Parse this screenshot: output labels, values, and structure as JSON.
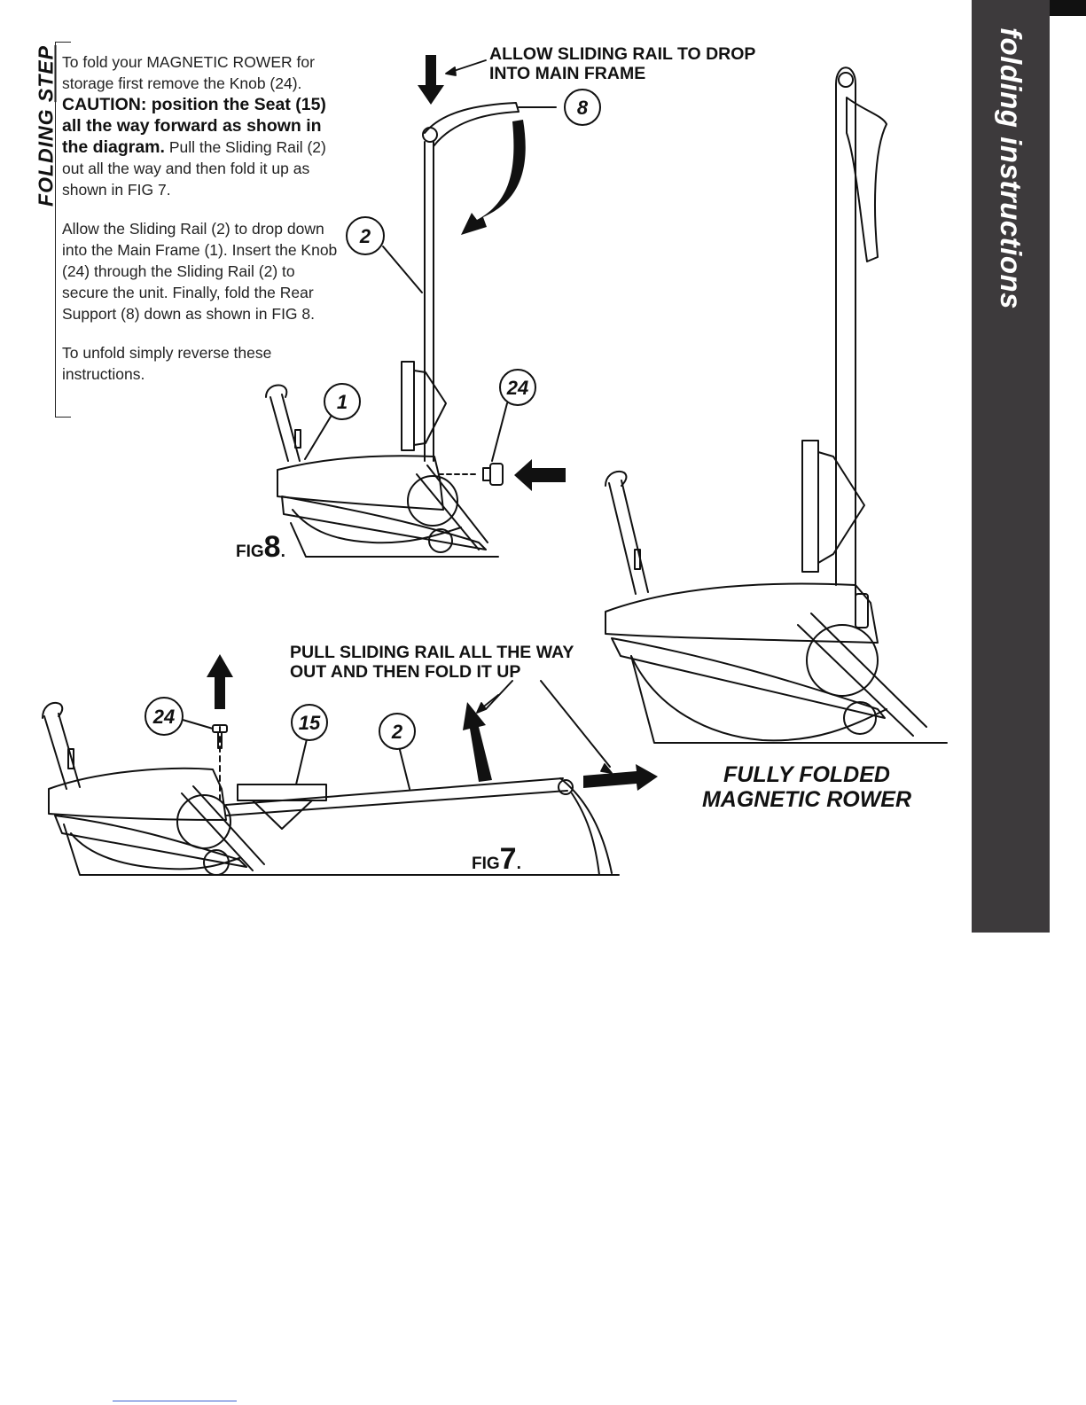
{
  "step_label": {
    "word1": "FOLDING",
    "word2": "STEP"
  },
  "instructions": {
    "para1_start": "To fold your MAGNETIC ROWER for storage first remove the Knob (24). ",
    "para1_caution": "CAUTION: position the Seat (15) all the way forward as shown in the diagram.",
    "para1_end": " Pull the Sliding Rail (2) out all the way and then fold it up as shown in FIG 7.",
    "para2": "Allow the Sliding Rail (2) to drop down into the Main Frame (1). Insert the Knob (24) through the Sliding Rail (2) to secure the unit. Finally, fold the Rear Support (8) down as shown in FIG 8.",
    "para3": "To unfold simply reverse these instructions."
  },
  "callouts": {
    "drop_line1": "ALLOW SLIDING RAIL TO DROP",
    "drop_line2": "INTO MAIN FRAME",
    "pull_line1": "PULL SLIDING RAIL ALL THE WAY",
    "pull_line2": "OUT AND THEN FOLD IT UP"
  },
  "part_numbers": {
    "rear_support": "8",
    "sliding_rail_fig8": "2",
    "main_frame": "1",
    "knob_fig8": "24",
    "knob_fig7": "24",
    "seat": "15",
    "sliding_rail_fig7": "2"
  },
  "figures": {
    "fig8": {
      "prefix": "FIG",
      "number": "8",
      "suffix": "."
    },
    "fig7": {
      "prefix": "FIG",
      "number": "7",
      "suffix": "."
    }
  },
  "folded_caption": {
    "line1": "FULLY FOLDED",
    "line2": "MAGNETIC ROWER"
  },
  "side_tab": {
    "title": "folding instructions",
    "background": "#3d3a3c"
  }
}
